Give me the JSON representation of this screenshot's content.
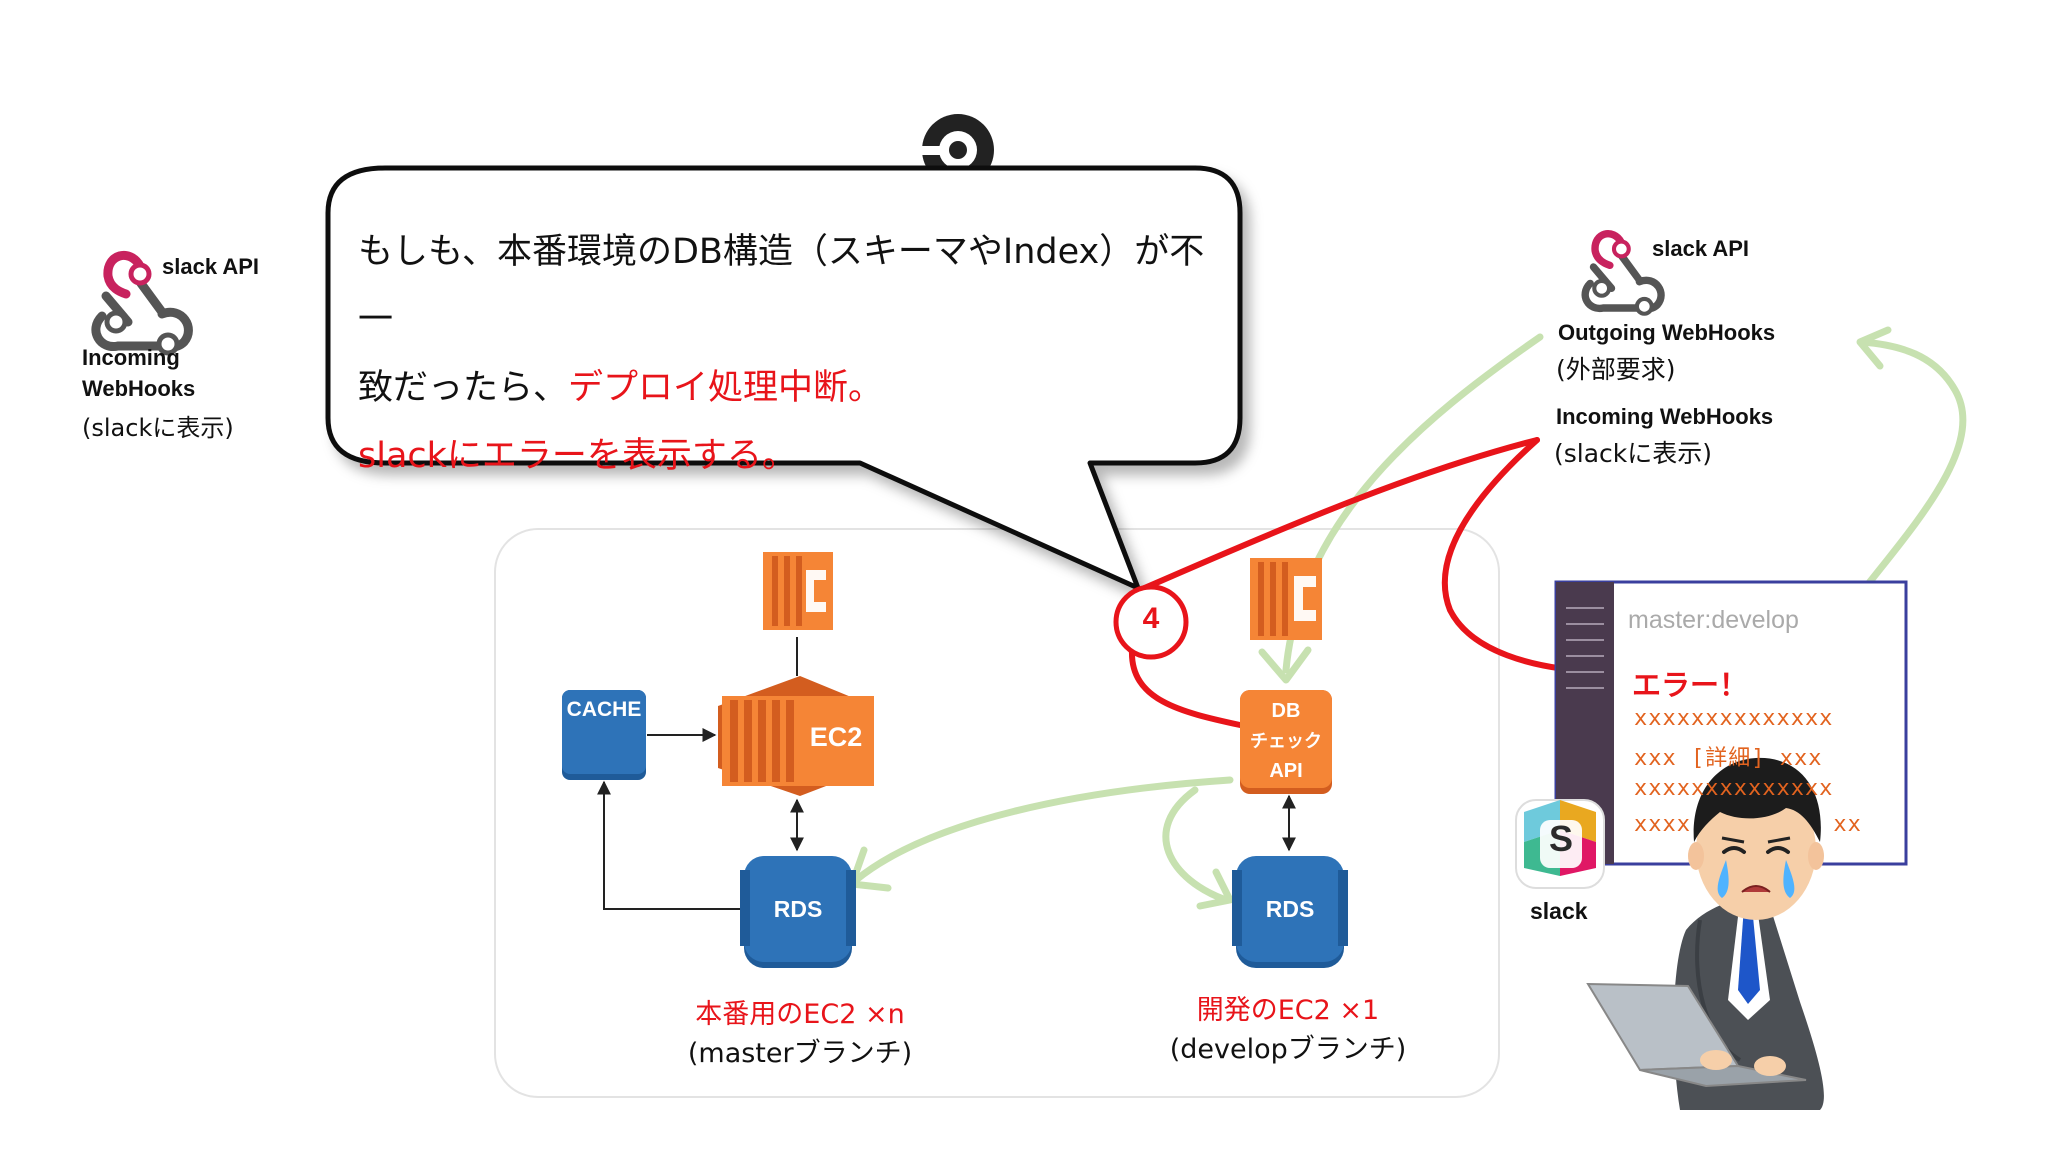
{
  "balloon": {
    "line1": "もしも、本番環境のDB構造（スキーマやIndex）が不一",
    "line2_black": "致だったら、",
    "line2_red": "デプロイ処理中断。",
    "line3_red": "slackにエラーを表示する。"
  },
  "step_number": "4",
  "left_slack": {
    "api_label": "slack API",
    "line1": "Incoming",
    "line2": "WebHooks",
    "line3": "(slackに表示)"
  },
  "right_slack": {
    "api_label": "slack API",
    "outgoing_line1": "Outgoing WebHooks",
    "outgoing_line2": "(外部要求)",
    "incoming_line1": "Incoming WebHooks",
    "incoming_line2": "(slackに表示)"
  },
  "services": {
    "cache": "CACHE",
    "ec2": "EC2",
    "rds_prod": "RDS",
    "rds_dev": "RDS",
    "db_check_line1": "DB",
    "db_check_line2": "チェック",
    "db_check_line3": "API"
  },
  "captions": {
    "prod_title": "本番用のEC2 ×n",
    "prod_sub": "(masterブランチ)",
    "dev_title": "開発のEC2 ×1",
    "dev_sub": "(developブランチ)"
  },
  "slack_window": {
    "channel": "master:develop",
    "error": "エラー！",
    "line1": "xxxxxxxxxxxxxx",
    "line2": "xxx [詳細] xxx",
    "line3": "xxxxxxxxxxxxxx",
    "line4": "xxxx          xx"
  },
  "slack_app_label": "slack",
  "slack_logo_letter": "S",
  "colors": {
    "aws_orange": "#f58536",
    "aws_orange_dark": "#d35d1f",
    "aws_blue": "#2e73b8",
    "aws_blue_dark": "#1f5b99",
    "alert_red": "#e8141a",
    "flow_green": "#c7e1b0",
    "slack_pink": "#c8225e"
  },
  "icons": [
    "circleci-logo-icon",
    "webhook-icon",
    "aws-ec2-icon",
    "aws-cache-icon",
    "aws-rds-icon",
    "slack-logo-icon",
    "crying-businessman-icon"
  ]
}
